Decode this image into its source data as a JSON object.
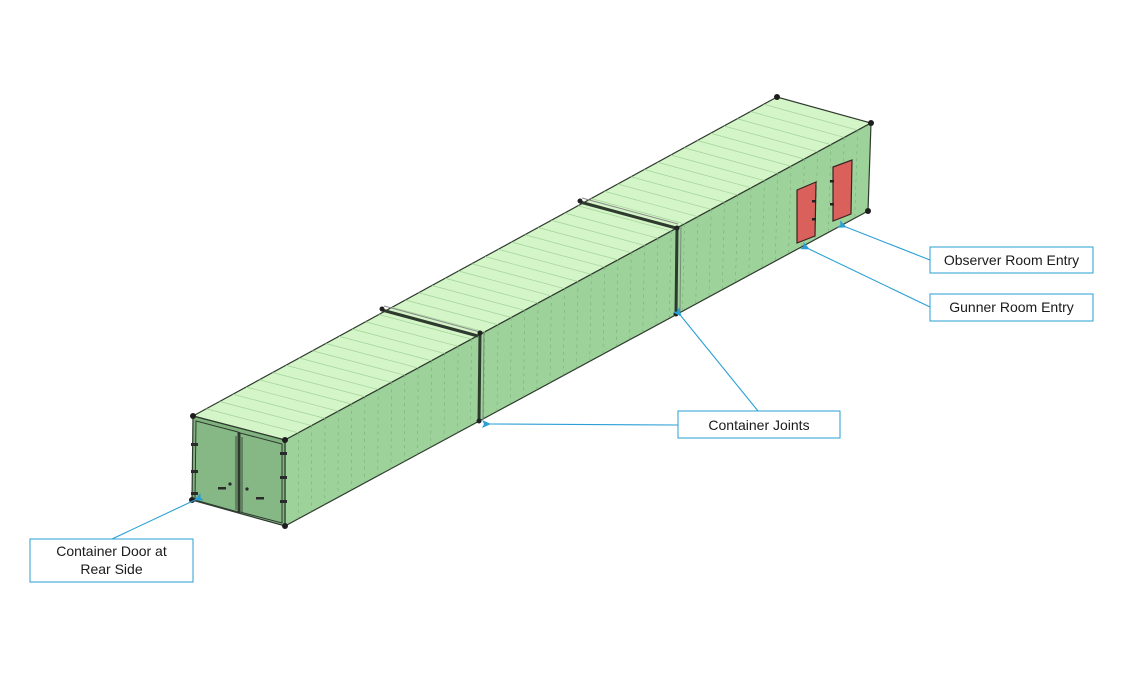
{
  "diagram": {
    "colors": {
      "top_face": "#d3f5c7",
      "side_face": "#9dd39b",
      "end_face": "#7fb27e",
      "door_red": "#d9605b",
      "callout": "#2a9fd6",
      "edge": "#2f3a2f"
    },
    "callouts": {
      "observer_room_entry": "Observer Room Entry",
      "gunner_room_entry": "Gunner Room Entry",
      "container_joints": "Container Joints",
      "container_door_line1": "Container Door at",
      "container_door_line2": "Rear Side"
    }
  }
}
